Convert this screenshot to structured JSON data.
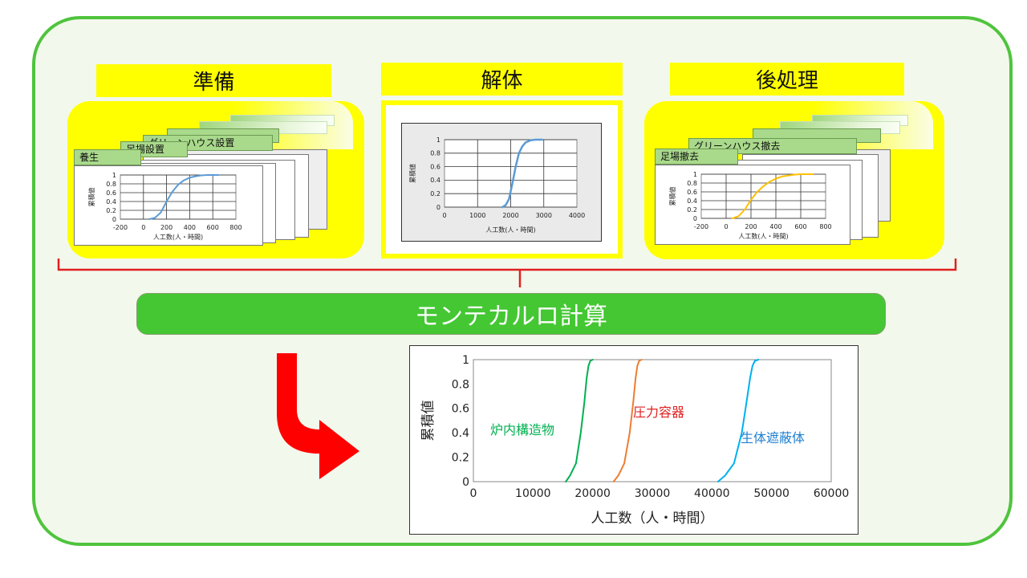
{
  "phases": [
    {
      "label": "準備",
      "tabs": [
        "養生",
        "足場設置",
        "グリーンハウス設置"
      ]
    },
    {
      "label": "解体"
    },
    {
      "label": "後処理",
      "tabs": [
        "足場撤去",
        "グリーンハウス撤去"
      ]
    }
  ],
  "monte_carlo_label": "モンテカルロ計算",
  "colors": {
    "frame": "#4fc43d",
    "highlight": "#ffff00",
    "bar": "#44c733",
    "bracket": "#e02020",
    "arrow": "#ff0000"
  },
  "chart_data": [
    {
      "type": "line",
      "ylabel": "累積値",
      "xlabel": "人工数(人・時間)",
      "xticks": [
        "-200",
        "0",
        "200",
        "400",
        "600",
        "800"
      ],
      "yticks": [
        "0",
        "0.2",
        "0.4",
        "0.6",
        "0.8",
        "1"
      ],
      "xlim": [
        -200,
        800
      ],
      "ylim": [
        0,
        1
      ],
      "series": [
        {
          "color": "#5b9bd5",
          "x": [
            50,
            100,
            150,
            200,
            250,
            300,
            350,
            400,
            450,
            500,
            550,
            600,
            650
          ],
          "y": [
            0,
            0.03,
            0.15,
            0.4,
            0.62,
            0.78,
            0.88,
            0.94,
            0.97,
            0.99,
            1,
            1,
            1
          ]
        }
      ]
    },
    {
      "type": "line",
      "ylabel": "累積値",
      "xlabel": "人工数(人・時間)",
      "xticks": [
        "0",
        "1000",
        "2000",
        "3000",
        "4000"
      ],
      "yticks": [
        "0",
        "0.2",
        "0.4",
        "0.6",
        "0.8",
        "1"
      ],
      "xlim": [
        0,
        4000
      ],
      "ylim": [
        0,
        1
      ],
      "series": [
        {
          "color": "#5b9bd5",
          "x": [
            1750,
            1850,
            1950,
            2050,
            2150,
            2250,
            2350,
            2450,
            2600,
            2750,
            2950
          ],
          "y": [
            0,
            0.03,
            0.12,
            0.35,
            0.6,
            0.8,
            0.9,
            0.96,
            0.99,
            1,
            1
          ]
        }
      ]
    },
    {
      "type": "line",
      "ylabel": "累積値",
      "xlabel": "人工数(人・時間)",
      "xticks": [
        "-200",
        "0",
        "200",
        "400",
        "600",
        "800"
      ],
      "yticks": [
        "0",
        "0.2",
        "0.4",
        "0.6",
        "0.8",
        "1"
      ],
      "xlim": [
        -200,
        800
      ],
      "ylim": [
        0,
        1
      ],
      "series": [
        {
          "color": "#ffc000",
          "x": [
            50,
            100,
            150,
            200,
            250,
            300,
            350,
            400,
            450,
            500,
            550,
            600,
            650,
            700
          ],
          "y": [
            0,
            0.05,
            0.2,
            0.42,
            0.6,
            0.73,
            0.83,
            0.9,
            0.95,
            0.97,
            0.99,
            1,
            1,
            1
          ]
        }
      ]
    },
    {
      "type": "line",
      "ylabel": "累積値",
      "xlabel": "人工数（人・時間）",
      "xticks": [
        "0",
        "10000",
        "20000",
        "30000",
        "40000",
        "50000",
        "60000"
      ],
      "yticks": [
        "0",
        "0.2",
        "0.4",
        "0.6",
        "0.8",
        "1"
      ],
      "xlim": [
        0,
        60000
      ],
      "ylim": [
        0,
        1
      ],
      "series": [
        {
          "name": "炉内構造物",
          "color": "#00b050",
          "x": [
            15500,
            16200,
            17200,
            18000,
            18600,
            19000,
            19300,
            19600,
            20000
          ],
          "y": [
            0,
            0.05,
            0.15,
            0.4,
            0.65,
            0.85,
            0.95,
            0.99,
            1
          ]
        },
        {
          "name": "圧力容器",
          "color": "#ed7d31",
          "x": [
            23500,
            24300,
            25300,
            26200,
            26800,
            27200,
            27500,
            27800,
            28200
          ],
          "y": [
            0,
            0.05,
            0.15,
            0.4,
            0.65,
            0.85,
            0.95,
            0.99,
            1
          ]
        },
        {
          "name": "生体遮蔽体",
          "color": "#00b0f0",
          "x": [
            41000,
            42200,
            43700,
            45000,
            45800,
            46400,
            46800,
            47200,
            47800
          ],
          "y": [
            0,
            0.05,
            0.15,
            0.4,
            0.65,
            0.85,
            0.95,
            0.99,
            1
          ]
        }
      ]
    }
  ]
}
